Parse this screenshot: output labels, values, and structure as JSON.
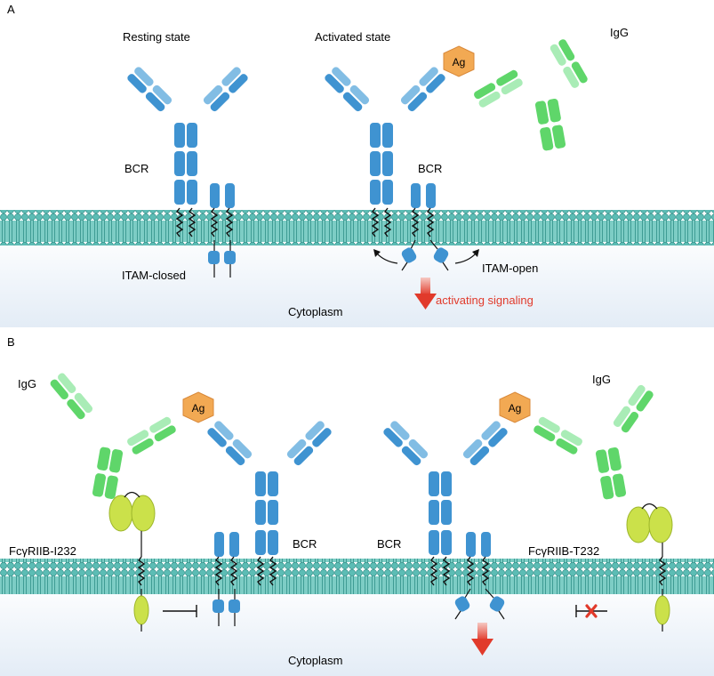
{
  "panels": {
    "a": {
      "letter": "A",
      "resting_label": "Resting state",
      "activated_label": "Activated state",
      "igg_label": "IgG",
      "ag_label": "Ag",
      "bcr_left_label": "BCR",
      "bcr_right_label": "BCR",
      "itam_closed_label": "ITAM-closed",
      "itam_open_label": "ITAM-open",
      "signal_label": "activating signaling",
      "cytoplasm_label": "Cytoplasm"
    },
    "b": {
      "letter": "B",
      "igg_left_label": "IgG",
      "igg_right_label": "IgG",
      "ag_left_label": "Ag",
      "ag_right_label": "Ag",
      "fc_left_label": "FcγRIIB-I232",
      "fc_right_label": "FcγRIIB-T232",
      "bcr_left_label": "BCR",
      "bcr_right_label": "BCR",
      "cytoplasm_label": "Cytoplasm"
    }
  },
  "colors": {
    "membrane": "#5cbdb5",
    "membrane_dark": "#2f8f88",
    "cytoplasm_top": "#ffffff",
    "cytoplasm_bottom": "#e6eef7",
    "bcr_dark": "#3f93d1",
    "bcr_light": "#82bde4",
    "igg_dark": "#5fd66a",
    "igg_light": "#a9ecb6",
    "antigen": "#f2a953",
    "fc_receptor": "#cbe14a",
    "signal_red": "#e13a2b"
  }
}
